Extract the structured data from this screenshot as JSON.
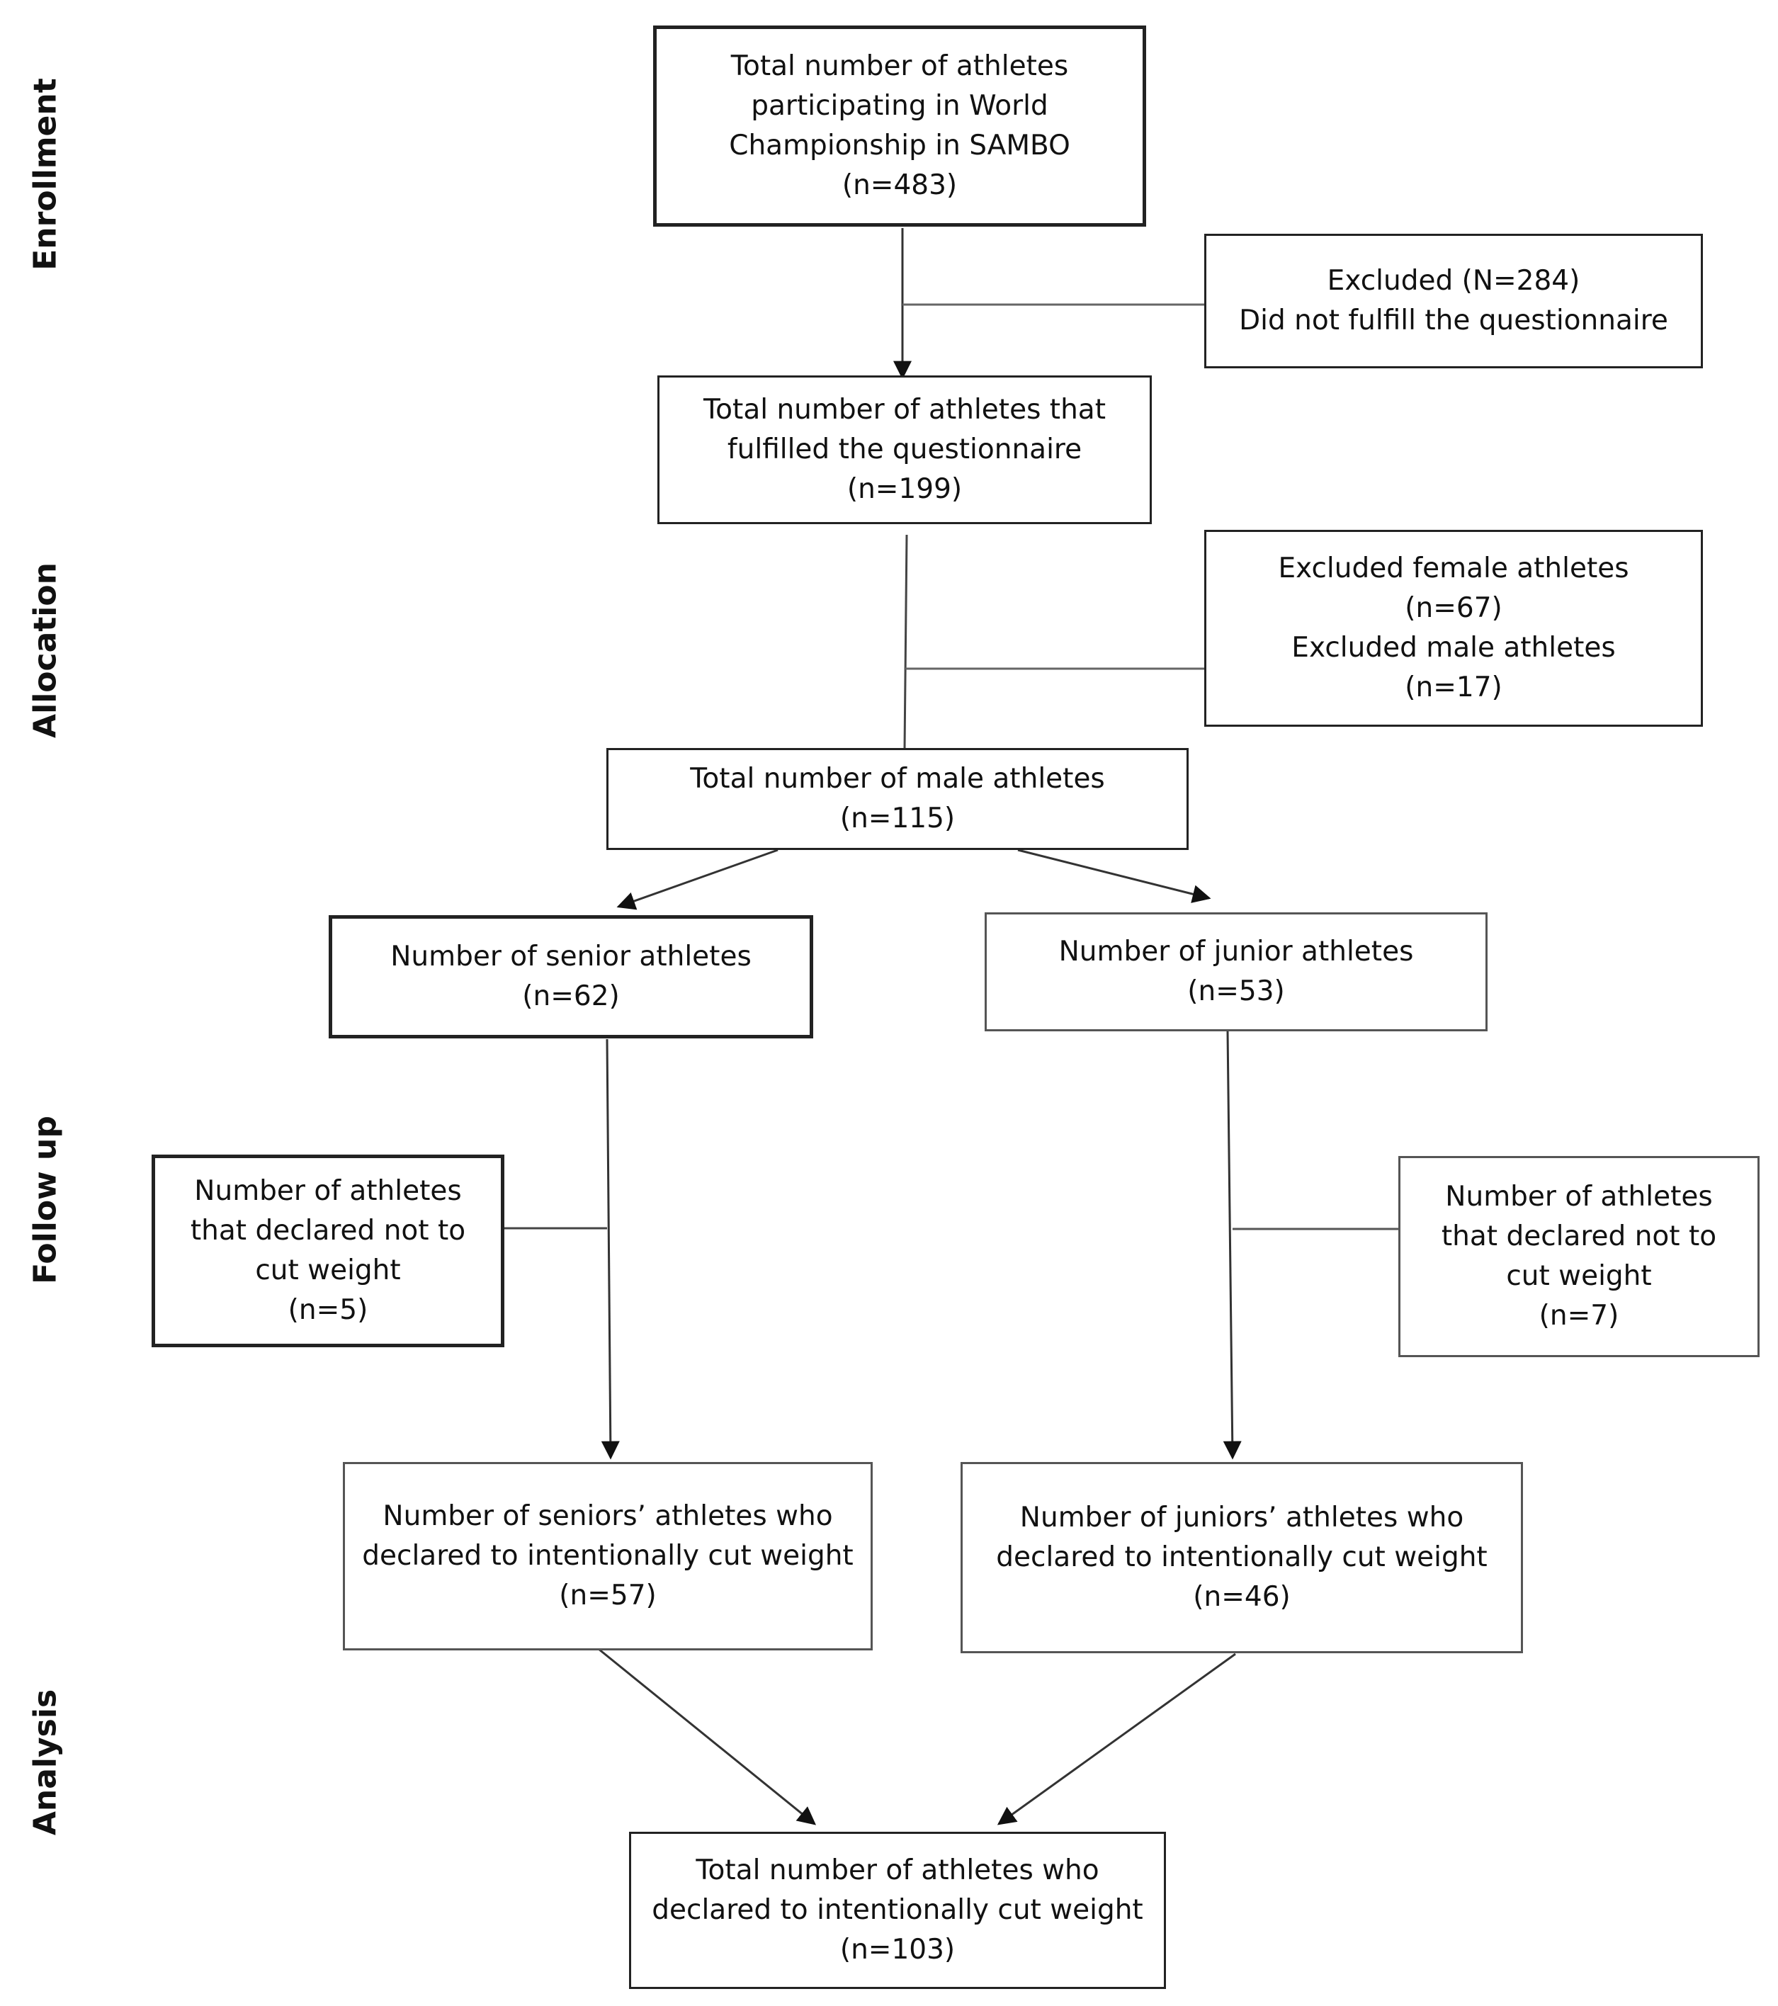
{
  "stages": {
    "enrollment": "Enrollment",
    "allocation": "Allocation",
    "follow_up": "Follow up",
    "analysis": "Analysis"
  },
  "boxes": {
    "total": {
      "line1": "Total number of athletes",
      "line2": "participating in World",
      "line3": "Championship in SAMBO",
      "count": "(n=483)"
    },
    "excluded_questionnaire": {
      "line1": "Excluded (N=284)",
      "line2": "Did not fulfill the questionnaire"
    },
    "fulfilled": {
      "line1": "Total number of athletes that",
      "line2": "fulfilled the questionnaire",
      "count": "(n=199)"
    },
    "excluded_sex": {
      "line1": "Excluded female athletes",
      "count1": "(n=67)",
      "line2": "Excluded male athletes",
      "count2": "(n=17)"
    },
    "male": {
      "line1": "Total number of male athletes",
      "count": "(n=115)"
    },
    "senior": {
      "line1": "Number of senior athletes",
      "count": "(n=62)"
    },
    "junior": {
      "line1": "Number of junior athletes",
      "count": "(n=53)"
    },
    "senior_no_cut": {
      "line1": "Number of athletes",
      "line2": "that declared not to",
      "line3": "cut weight",
      "count": "(n=5)"
    },
    "junior_no_cut": {
      "line1": "Number of athletes",
      "line2": "that declared not to",
      "line3": "cut weight",
      "count": "(n=7)"
    },
    "senior_cut": {
      "line1": "Number of seniors’ athletes who",
      "line2": "declared to intentionally cut weight",
      "count": "(n=57)"
    },
    "junior_cut": {
      "line1": "Number of juniors’ athletes who",
      "line2": "declared to intentionally cut weight",
      "count": "(n=46)"
    },
    "total_cut": {
      "line1": "Total number of athletes who",
      "line2": "declared to intentionally cut weight",
      "count": "(n=103)"
    }
  }
}
